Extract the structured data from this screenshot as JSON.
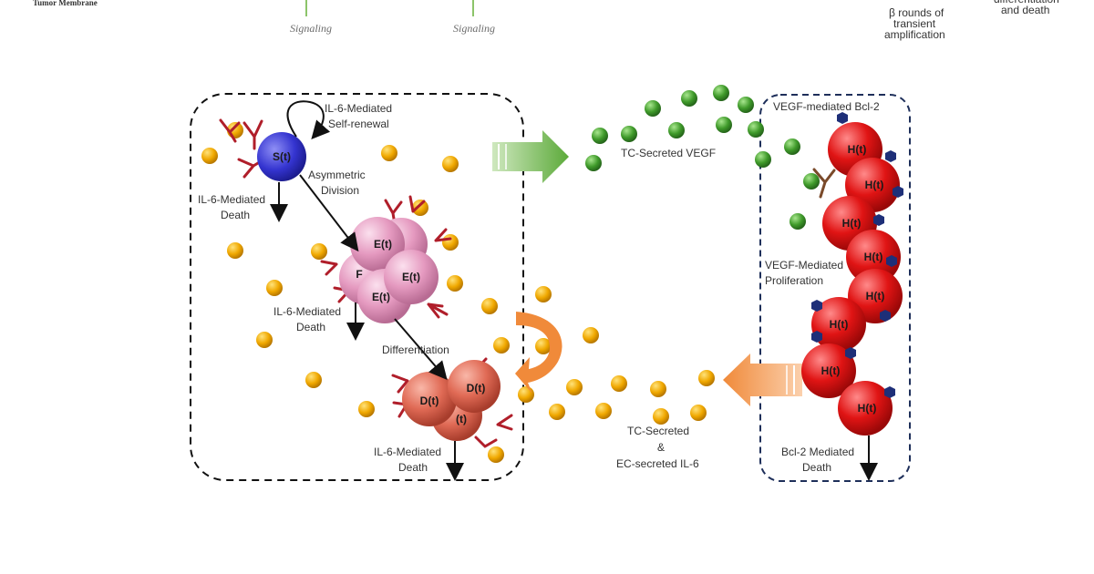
{
  "top_strip": {
    "tumor_membrane": "Tumor Membrane",
    "signaling_left": "Signaling",
    "signaling_right": "Signaling",
    "rounds_line1": "β rounds of",
    "rounds_line2": "transient",
    "rounds_line3": "amplification",
    "diff_line1": "differentiation",
    "diff_line2": "and death"
  },
  "tumor_box": {
    "self_renewal_line1": "IL-6-Mediated",
    "self_renewal_line2": "Self-renewal",
    "asym_line1": "Asymmetric",
    "asym_line2": "Division",
    "death1_line1": "IL-6-Mediated",
    "death1_line2": "Death",
    "death2_line1": "IL-6-Mediated",
    "death2_line2": "Death",
    "differentiation": "Differentiation",
    "death3_line1": "IL-6-Mediated",
    "death3_line2": "Death",
    "stem_cell": "S(t)",
    "prog_cells": [
      "E(t)",
      "E(t)",
      "F",
      "E(t)"
    ],
    "diff_cells": [
      "D(t)",
      "D(t)",
      "(t)"
    ]
  },
  "middle": {
    "vegf_label": "TC-Secreted VEGF",
    "il6_line1": "TC-Secreted",
    "il6_line2": "&",
    "il6_line3": "EC-secreted IL-6"
  },
  "endo_box": {
    "bcl2_label": "VEGF-mediated Bcl-2",
    "prolif_line1": "VEGF-Mediated",
    "prolif_line2": "Proliferation",
    "death_line1": "Bcl-2 Mediated",
    "death_line2": "Death",
    "cells": [
      "H(t)",
      "H(t)",
      "H(t)",
      "H(t)",
      "H(t)",
      "H(t)",
      "H(t)",
      "H(t)"
    ]
  },
  "colors": {
    "stem": "#3a3ad6",
    "progenitor": "#e59ac0",
    "differentiated": "#e06a55",
    "endothelial": "#e01414",
    "il6_dot": "#f0a800",
    "vegf_dot": "#3f9a2a",
    "receptor": "#b01e2a",
    "bcl2": "#1e2f78",
    "green_arrow": "#5caa3a",
    "orange_arrow": "#f08a3a"
  }
}
